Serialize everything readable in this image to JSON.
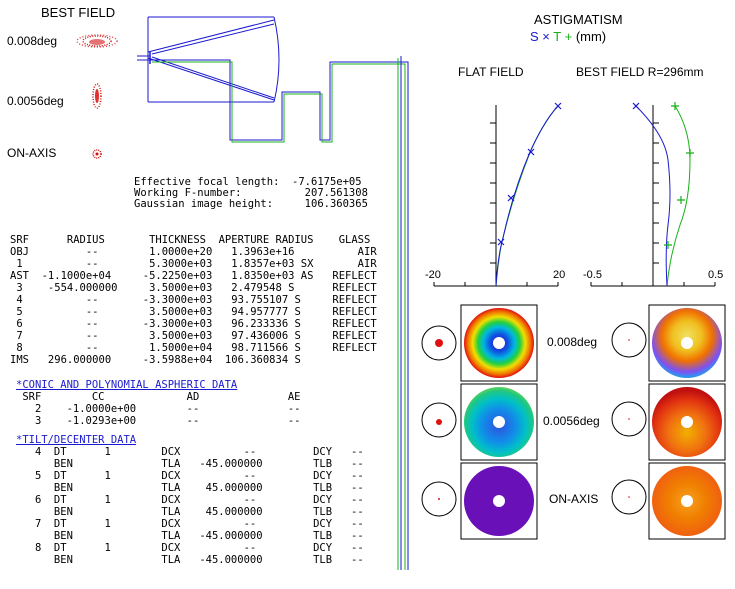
{
  "spot_panel": {
    "title": "BEST FIELD",
    "fields": [
      "0.008deg",
      "0.0056deg",
      "ON-AXIS"
    ]
  },
  "summary": {
    "efl": "Effective focal length:  -7.6175e+05",
    "fnum": "Working F-number:          207.561308",
    "gih": "Gaussian image height:     106.360365"
  },
  "surface_table": {
    "header": "SRF      RADIUS       THICKNESS  APERTURE RADIUS    GLASS",
    "rows": [
      "OBJ         --        1.0000e+20   1.3963e+16          AIR",
      " 1          --        5.3000e+03   1.8357e+03 SX       AIR",
      "AST  -1.1000e+04     -5.2250e+03   1.8350e+03 AS   REFLECT",
      " 3    -554.000000     3.5000e+03   2.479548 S      REFLECT",
      " 4          --       -3.3000e+03   93.755107 S     REFLECT",
      " 5          --        3.5000e+03   94.957777 S     REFLECT",
      " 6          --       -3.3000e+03   96.233336 S     REFLECT",
      " 7          --        3.5000e+03   97.436006 S     REFLECT",
      " 8          --        1.5000e+04   98.711566 S     REFLECT",
      "IMS   296.000000     -3.5988e+04  106.360834 S"
    ]
  },
  "aspheric": {
    "title": "*CONIC AND POLYNOMIAL ASPHERIC DATA",
    "header": " SRF        CC             AD              AE",
    "rows": [
      "   2    -1.0000e+00        --              --",
      "   3    -1.0293e+00        --              --"
    ]
  },
  "tilt": {
    "title": "*TILT/DECENTER DATA",
    "rows": [
      "   4  DT      1        DCX          --         DCY   --",
      "      BEN              TLA   -45.000000        TLB   --",
      "   5  DT      1        DCX          --         DCY   --",
      "      BEN              TLA    45.000000        TLB   --",
      "   6  DT      1        DCX          --         DCY   --",
      "      BEN              TLA    45.000000        TLB   --",
      "   7  DT      1        DCX          --         DCY   --",
      "      BEN              TLA   -45.000000        TLB   --",
      "   8  DT      1        DCX          --         DCY   --",
      "      BEN              TLA   -45.000000        TLB   --"
    ]
  },
  "astig": {
    "title": "ASTIGMATISM",
    "legend_s": "S",
    "legend_t": "T",
    "legend_unit": "(mm)",
    "flat_field_label": "FLAT FIELD",
    "best_field_label": "BEST FIELD R=296mm",
    "flat_axis": [
      "-20",
      "20"
    ],
    "best_axis": [
      "-0.5",
      "0.5"
    ],
    "colors": {
      "s": "#1a1ad0",
      "t": "#18b018"
    }
  },
  "map_panel": {
    "fields": [
      "0.008deg",
      "0.0056deg",
      "ON-AXIS"
    ]
  }
}
